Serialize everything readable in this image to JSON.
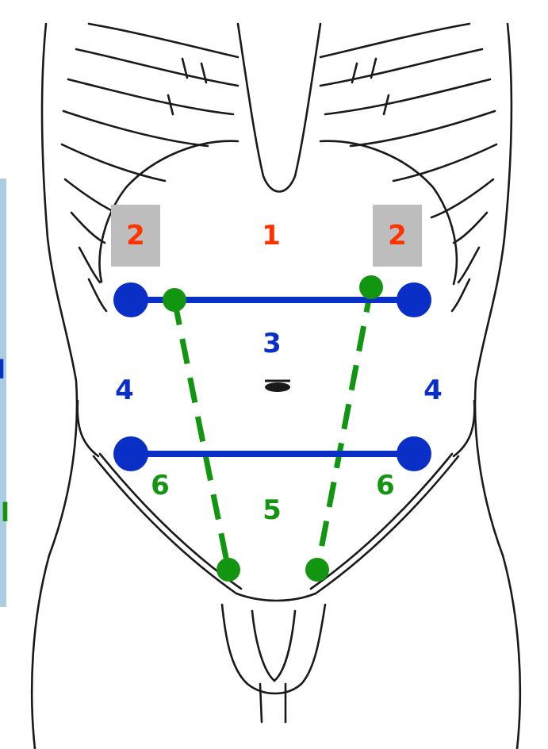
{
  "regions": {
    "epigastric": "1",
    "hypochondriac_left": "2",
    "hypochondriac_right": "2",
    "umbilical": "3",
    "lumbar_left": "4",
    "lumbar_right": "4",
    "hypogastric": "5",
    "iliac_left": "6",
    "iliac_right": "6"
  },
  "edge_fragments": {
    "top": "l",
    "bottom": "ll"
  },
  "colors": {
    "outline": "#1a1a1a",
    "orange_label": "#ff3300",
    "blue": "#0a2fc7",
    "green": "#129612",
    "label_box": "#bdbdbd",
    "edge_strip": "#9cc4dc"
  },
  "icons": {
    "navel": "navel-icon"
  }
}
